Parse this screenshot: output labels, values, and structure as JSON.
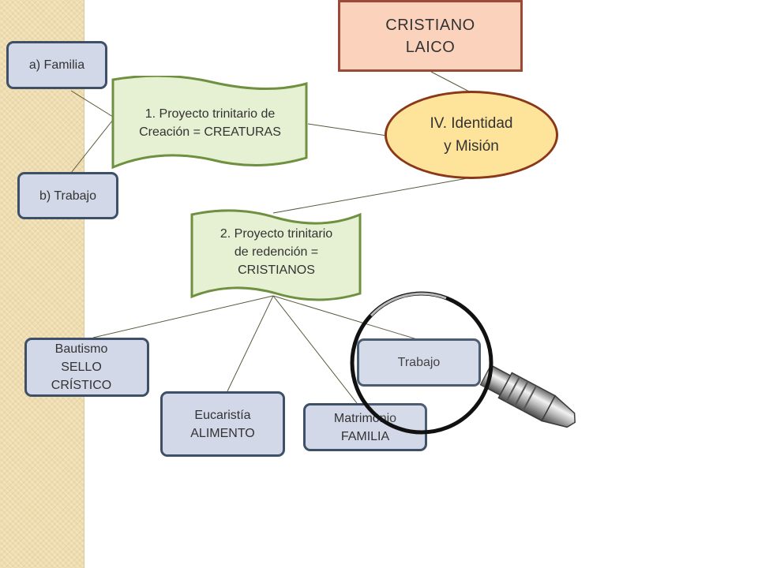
{
  "colors": {
    "blue_fill": "#d3d8e8",
    "blue_border": "#3d5068",
    "flag_fill": "#e6f0d2",
    "flag_border": "#6e9040",
    "top_box_fill": "#fbd3bd",
    "top_box_border": "#9c4a38",
    "ellipse_fill": "#fee39a",
    "ellipse_border": "#8a3818"
  },
  "icons": [
    "magnifying-glass-icon"
  ],
  "diagram": {
    "top_box": "CRISTIANO\nLAICO",
    "center": "IV. Identidad\ny Misión",
    "creation_flag": "1. Proyecto trinitario de\nCreación = CREATURAS",
    "redemption_flag": "2. Proyecto trinitario\nde redención =\nCRISTIANOS",
    "familia": "a)  Familia",
    "trabajo_b": "b) Trabajo",
    "bautismo": "Bautismo\nSELLO\nCRÍSTICO",
    "eucaristia": "Eucaristía\nALIMENTO",
    "matrimonio": "Matrimonio\nFAMILIA",
    "trabajo": "Trabajo"
  }
}
